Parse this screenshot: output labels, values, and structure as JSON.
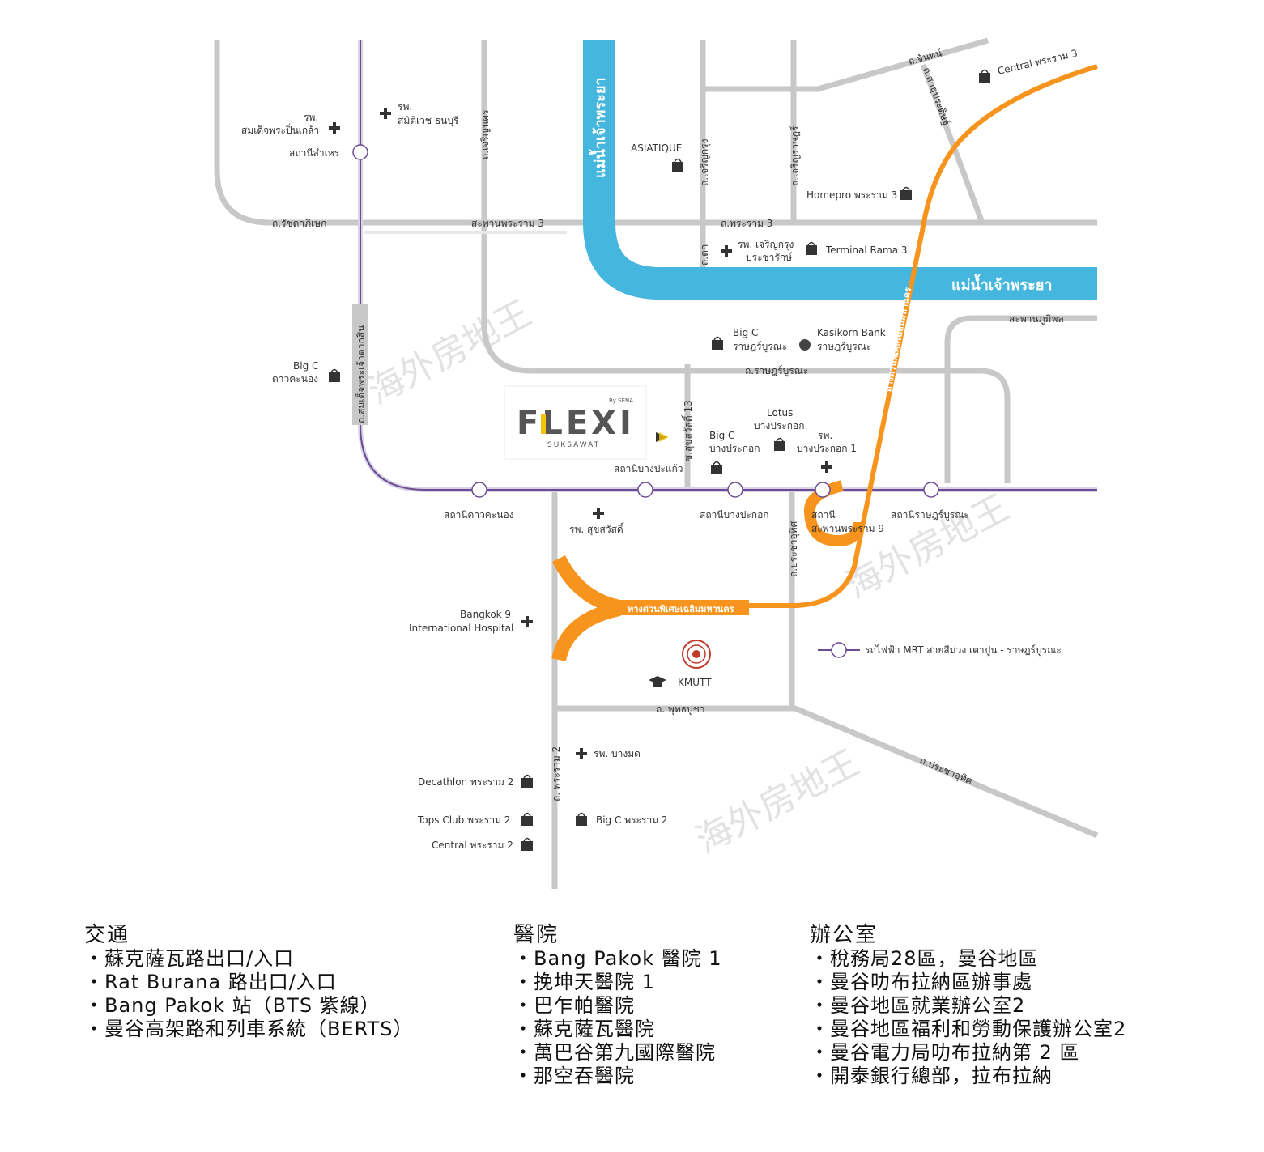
{
  "colors": {
    "road": "#c8c8c8",
    "river": "#45b6dd",
    "expressway": "#f7941d",
    "mrt_line": "#6b4c93",
    "marker": "#333333"
  },
  "watermark": "海外房地王",
  "project": {
    "logo_text": "FLEXI",
    "by": "By SENA",
    "sub": "SUKSAWAT"
  },
  "rivers": {
    "vertical": "แม่น้ำเจ้าพระยา",
    "horizontal": "แม่น้ำเจ้าพระยา"
  },
  "expressway_label": "ทางด่วนพิเศษเฉลิมมหานคร",
  "expressway_label_2": "ทางด่วนพิเศษเฉลิมมหานคร",
  "roads": {
    "ratchadaphisek": "ถ.รัชดาภิเษก",
    "bridge_rama3": "สะพานพระราม 3",
    "rama3": "ถ.พระราม 3",
    "charoen_nakhon": "ถ.เจริญนคร",
    "charoen_krung": "ถ.เจริญกรุง",
    "charoen_rat": "ถ.เจริญราษฎร์",
    "chan": "ถ.จันทน์",
    "sathu_pradit": "ถ.สาธุประดิษฐ์",
    "tok": "ถ.ตก",
    "bhumibol_bridge": "สะพานภูมิพล",
    "ratburana": "ถ.ราษฎร์บูรณะ",
    "somdet_taksin": "ถ.สมเด็จพระเจ้าตากสิน",
    "suksawat13": "ซ.สุขสวัสดิ์ 13",
    "pracha_uthit": "ถ.ประชาอุทิศ",
    "pracha_uthit_2": "ถ.ประชาอุทิศ",
    "phutthabucha": "ถ. พุทธบูชา",
    "rama2": "ถ. พระราม 2"
  },
  "places": {
    "central_rama3": "Central พระราม 3",
    "homepro_rama3": "Homepro พระราม 3",
    "asiatique": "ASIATIQUE",
    "terminal_rama3": "Terminal Rama 3",
    "hosp_charoenkrung_1": "รพ. เจริญกรุง",
    "hosp_charoenkrung_2": "ประชารักษ์",
    "hosp_somdet_1": "รพ.",
    "hosp_somdet_2": "สมเด็จพระปิ่นเกล้า",
    "hosp_samitivej_1": "รพ.",
    "hosp_samitivej_2": "สมิติเวช ธนบุรี",
    "samre_station": "สถานีสำเหร่",
    "bigc_daokanong_1": "Big C",
    "bigc_daokanong_2": "ดาวคะนอง",
    "bigc_ratburana_1": "Big C",
    "bigc_ratburana_2": "ราษฎร์บูรณะ",
    "kbank_1": "Kasikorn Bank",
    "kbank_2": "ราษฎร์บูรณะ",
    "lotus_1": "Lotus",
    "lotus_2": "บางประกอก",
    "bigc_bangpakok_1": "Big C",
    "bigc_bangpakok_2": "บางประกอก",
    "hosp_bangpakok1_1": "รพ.",
    "hosp_bangpakok1_2": "บางประกอก 1",
    "st_bangpakaeo": "สถานีบางปะแก้ว",
    "st_daokanong": "สถานีดาวคะนอง",
    "hosp_suksawat": "รพ. สุขสวัสดิ์",
    "st_bangpakok": "สถานีบางปะกอก",
    "st_rama9bridge_1": "สถานี",
    "st_rama9bridge_2": "สะพานพระราม 9",
    "st_ratburana": "สถานีราษฎร์บูรณะ",
    "bangkok9_1": "Bangkok 9",
    "bangkok9_2": "International Hospital",
    "kmutt": "KMUTT",
    "mrt_legend": "รถไฟฟ้า MRT สายสีม่วง เตาปูน - ราษฎร์บูรณะ",
    "hosp_bangmod": "รพ. บางมด",
    "decathlon": "Decathlon พระราม 2",
    "tops": "Tops Club พระราม 2",
    "central_rama2": "Central พระราม 2",
    "bigc_rama2": "Big C พระราม 2"
  },
  "legend": {
    "transport": {
      "title": "交通",
      "items": [
        "・蘇克薩瓦路出口/入口",
        "・Rat Burana 路出口/入口",
        "・Bang Pakok 站（BTS 紫線）",
        "・曼谷高架路和列車系統（BERTS）"
      ]
    },
    "hospital": {
      "title": "醫院",
      "items": [
        "・Bang Pakok 醫院 1",
        "・挽坤天醫院 1",
        "・巴乍帕醫院",
        "・蘇克薩瓦醫院",
        "・萬巴谷第九國際醫院",
        "・那空吞醫院"
      ]
    },
    "office": {
      "title": "辦公室",
      "items": [
        "・稅務局28區，曼谷地區",
        "・曼谷叻布拉納區辦事處",
        "・曼谷地區就業辦公室2",
        "・曼谷地區福利和勞動保護辦公室2",
        "・曼谷電力局叻布拉納第 2 區",
        "・開泰銀行總部，拉布拉納"
      ]
    }
  }
}
